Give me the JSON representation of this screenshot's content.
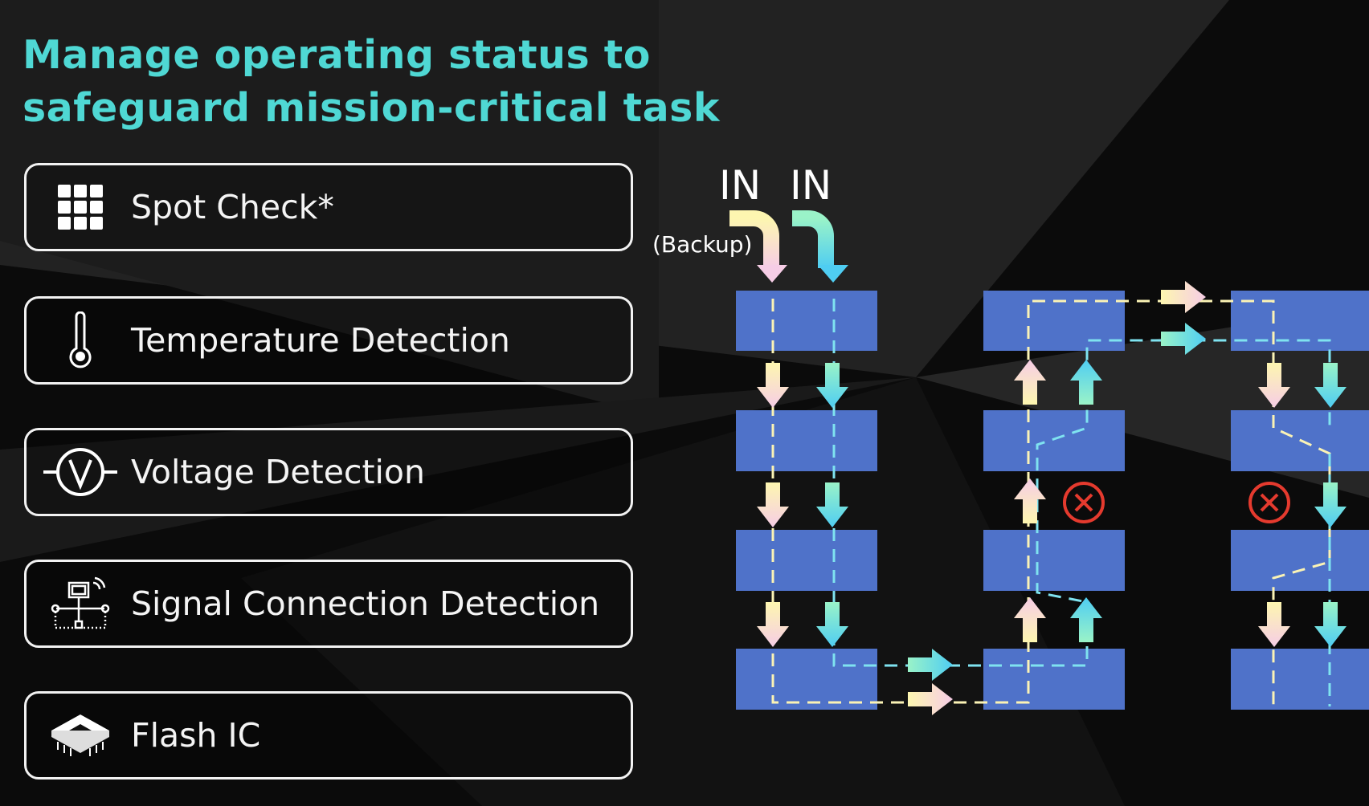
{
  "title": {
    "line1": "Manage operating status to",
    "line2": "safeguard mission-critical task"
  },
  "features": [
    {
      "label": "Spot Check*",
      "icon": "grid-icon"
    },
    {
      "label": "Temperature Detection",
      "icon": "thermometer-icon"
    },
    {
      "label": "Voltage Detection",
      "icon": "voltmeter-icon"
    },
    {
      "label": "Signal Connection Detection",
      "icon": "network-icon"
    },
    {
      "label": "Flash IC",
      "icon": "chip-icon"
    }
  ],
  "diagram": {
    "input_label_1": "IN",
    "input_label_2": "IN",
    "backup_label": "(Backup)",
    "colors": {
      "block": "#4f72c9",
      "primary_path": "#7fe3f0",
      "backup_path": "#fbf3b5",
      "fault": "#e53a2e",
      "title": "#4fd8d4"
    }
  }
}
